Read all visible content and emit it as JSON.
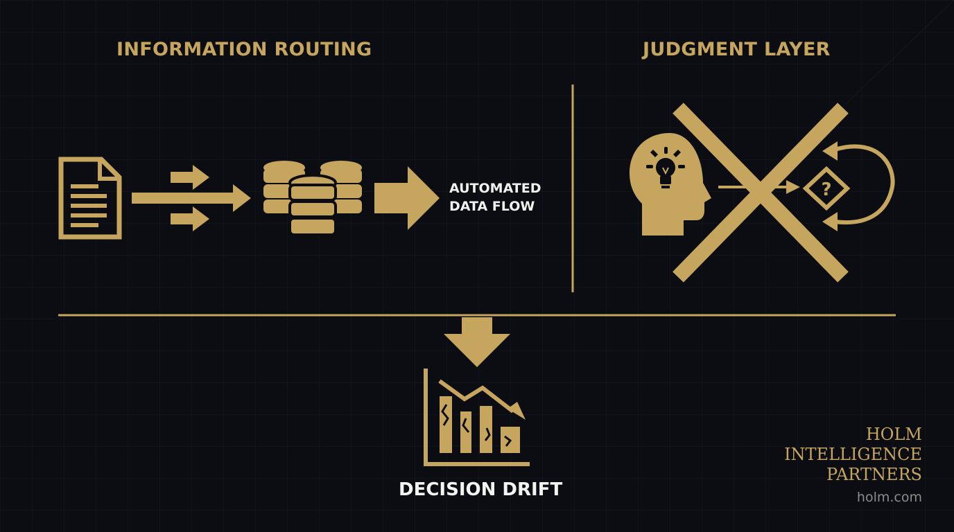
{
  "theme": {
    "background": "#0b0d12",
    "accent": "#c6a55e",
    "text": "#f1f1ef",
    "muted": "#8c8c8c"
  },
  "left_section": {
    "title": "INFORMATION ROUTING",
    "flow_label_line1": "AUTOMATED",
    "flow_label_line2": "DATA FLOW",
    "icons": [
      "document-icon",
      "arrows-icon",
      "database-icon",
      "arrow-right-icon"
    ]
  },
  "right_section": {
    "title": "JUDGMENT LAYER",
    "icons": [
      "head-lightbulb-icon",
      "cross-out-icon",
      "question-diamond-icon",
      "loop-arrow-icon"
    ]
  },
  "outcome": {
    "label": "DECISION DRIFT",
    "icons": [
      "arrow-down-icon",
      "declining-chart-icon"
    ]
  },
  "brand": {
    "line1": "HOLM",
    "line2": "INTELLIGENCE",
    "line3": "PARTNERS",
    "website": "holm.com"
  }
}
